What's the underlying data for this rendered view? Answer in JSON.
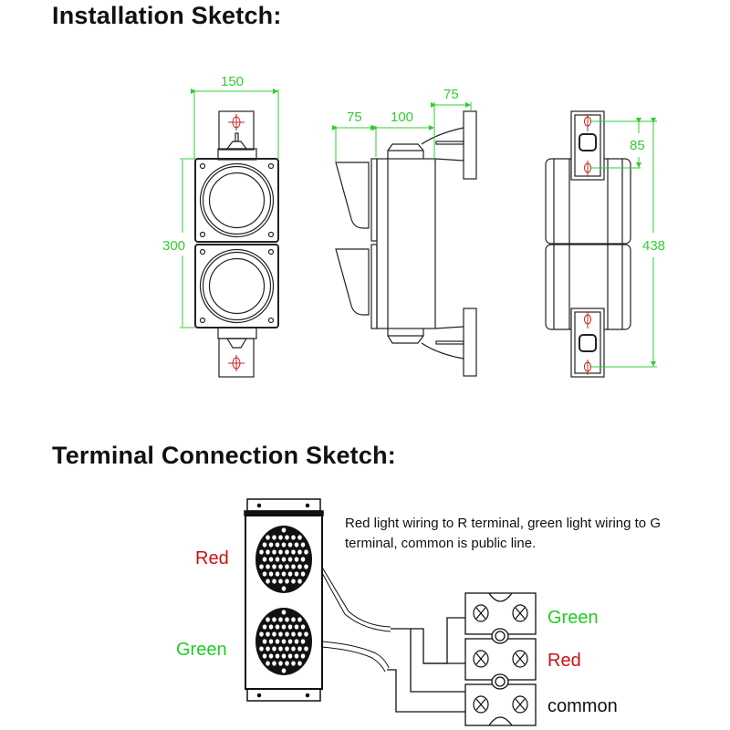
{
  "sections": {
    "installation_title": "Installation Sketch:",
    "terminal_title": "Terminal Connection Sketch:"
  },
  "dimensions": {
    "front_width": "150",
    "front_height": "300",
    "side_visor": "75",
    "side_body": "100",
    "side_bracket": "75",
    "back_hole_spacing": "85",
    "back_total_height": "438"
  },
  "terminal": {
    "note": "Red light wiring to R terminal, green light wiring to G terminal, common is public line.",
    "lamp_labels": {
      "red": "Red",
      "green": "Green"
    },
    "block_labels": {
      "green": "Green",
      "red": "Red",
      "common": "common"
    }
  },
  "colors": {
    "dimension": "#33cc33",
    "red_label": "#cc1111",
    "green_label": "#22cc22",
    "line": "#222222",
    "center_mark": "#cc2222"
  }
}
